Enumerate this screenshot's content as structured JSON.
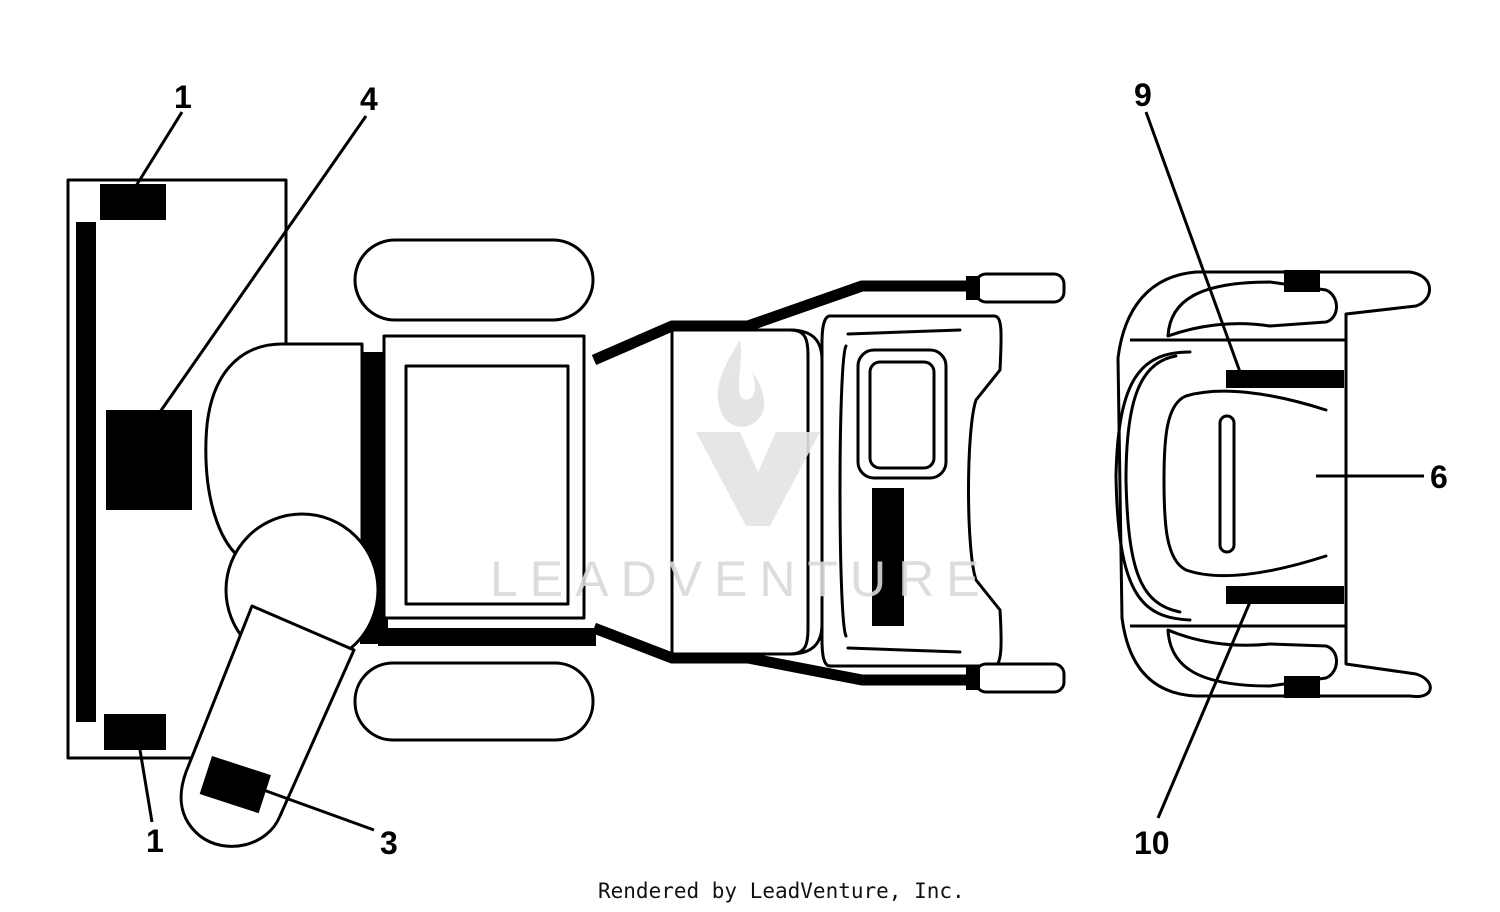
{
  "callouts": {
    "c1_top": "1",
    "c4": "4",
    "c1_bottom": "1",
    "c3": "3",
    "c9": "9",
    "c6": "6",
    "c10": "10"
  },
  "footer": "Rendered by LeadVenture, Inc.",
  "watermark": "LEADVENTURE",
  "colors": {
    "ink": "#000000",
    "paper": "#ffffff",
    "watermark": "#d9d9d9"
  }
}
